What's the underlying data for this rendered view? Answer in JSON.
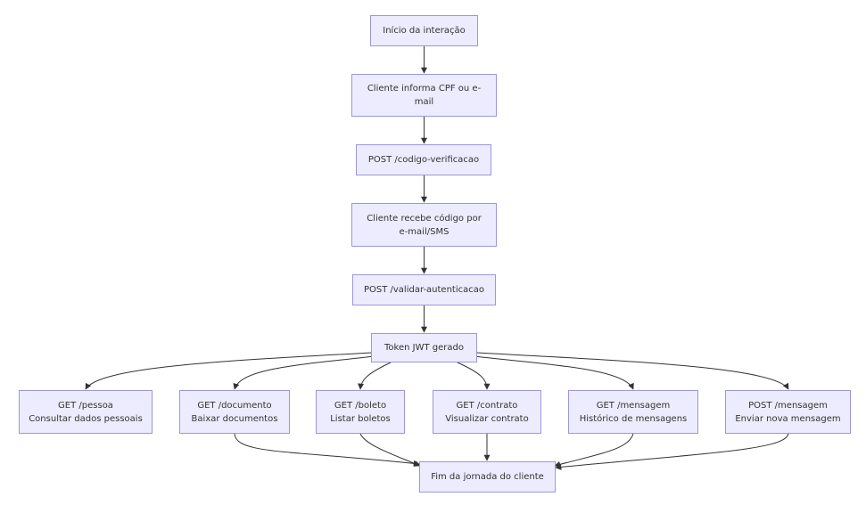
{
  "nodes": {
    "inicio": {
      "lines": [
        "Início da interação"
      ]
    },
    "cliente_informa": {
      "lines": [
        "Cliente informa CPF ou e-",
        "mail"
      ]
    },
    "post_codigo": {
      "lines": [
        "POST /codigo-verificacao"
      ]
    },
    "cliente_recebe": {
      "lines": [
        "Cliente recebe código por",
        "e-mail/SMS"
      ]
    },
    "post_validar": {
      "lines": [
        "POST /validar-autenticacao"
      ]
    },
    "token": {
      "lines": [
        "Token JWT gerado"
      ]
    },
    "get_pessoa": {
      "lines": [
        "GET /pessoa",
        "Consultar dados pessoais"
      ]
    },
    "get_documento": {
      "lines": [
        "GET /documento",
        "Baixar documentos"
      ]
    },
    "get_boleto": {
      "lines": [
        "GET /boleto",
        "Listar boletos"
      ]
    },
    "get_contrato": {
      "lines": [
        "GET /contrato",
        "Visualizar contrato"
      ]
    },
    "get_mensagem": {
      "lines": [
        "GET /mensagem",
        "Histórico de mensagens"
      ]
    },
    "post_mensagem": {
      "lines": [
        "POST /mensagem",
        "Enviar nova mensagem"
      ]
    },
    "fim": {
      "lines": [
        "Fim da jornada do cliente"
      ]
    }
  },
  "colors": {
    "node_fill": "#ececfe",
    "node_border": "#9f95dd",
    "text": "#333333",
    "edge": "#333333"
  }
}
